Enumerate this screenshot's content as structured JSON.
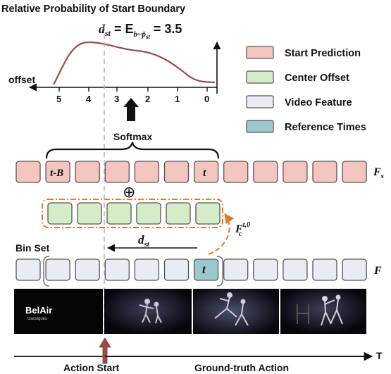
{
  "title": "Relative Probability of Start Boundary",
  "formula": {
    "lhs": "d",
    "lhs_sub": "st",
    "eq": " = E",
    "e_sub": "b~p̃",
    "e_subsub": "st",
    "rhs": " = 3.5"
  },
  "chart": {
    "xlabel": "offset",
    "ticks": [
      "5",
      "4",
      "3",
      "2",
      "1",
      "0"
    ]
  },
  "softmax_label": "Softmax",
  "legend": [
    {
      "label": "Start Prediction",
      "color": "#f2c6be"
    },
    {
      "label": "Center Offset",
      "color": "#d5ecc8"
    },
    {
      "label": "Video Feature",
      "color": "#e7edf2"
    },
    {
      "label": "Reference Times",
      "color": "#9cc7cd"
    }
  ],
  "row_labels": {
    "fs": "F",
    "fs_sub": "s",
    "fc": "F",
    "fc_sub": "c",
    "fc_sup": "t,0",
    "f": "F"
  },
  "cell_labels": {
    "t_minus_b": "t-B",
    "t": "t"
  },
  "oplus": "⊕",
  "bin_set": "Bin Set",
  "dst": "d",
  "dst_sub": "st",
  "frames": [
    {
      "kind": "logo",
      "logo_main": "BelAir",
      "logo_sub": "classiques"
    },
    {
      "kind": "dance"
    },
    {
      "kind": "dance"
    },
    {
      "kind": "dance"
    }
  ],
  "timeline": {
    "axis_label": "T",
    "action_start": "Action Start",
    "gt_action": "Ground-truth Action"
  }
}
